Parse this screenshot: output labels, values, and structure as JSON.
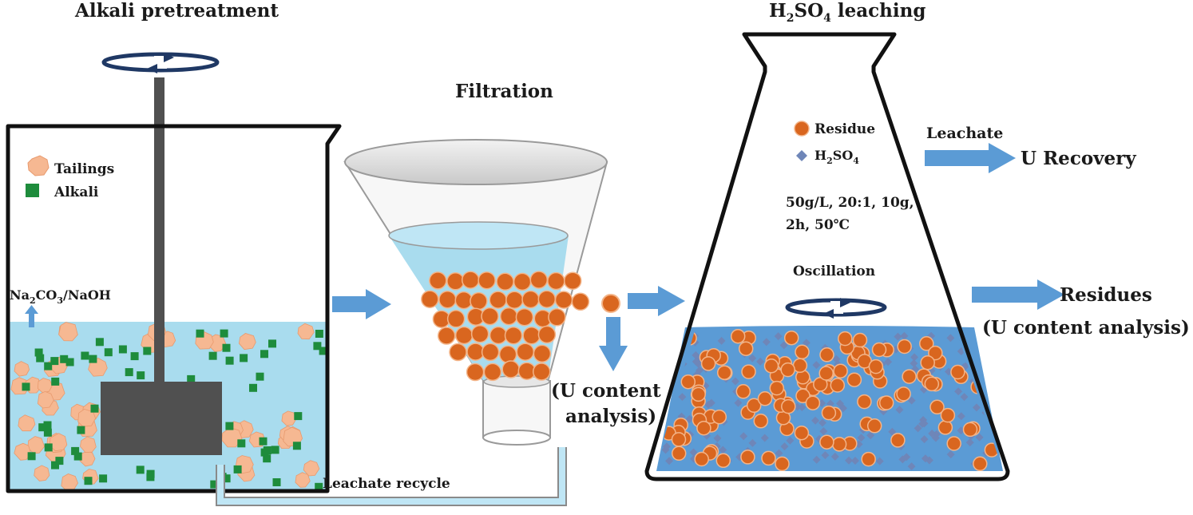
{
  "stages": {
    "pretreatment": {
      "title": "Alkali pretreatment"
    },
    "filtration": {
      "title": "Filtration"
    },
    "leaching": {
      "title_prefix": "H",
      "title_sub1": "2",
      "title_mid": "SO",
      "title_sub2": "4",
      "title_suffix": " leaching"
    }
  },
  "legend_pretreatment": {
    "tailings": "Tailings",
    "alkali": "Alkali"
  },
  "reagent": {
    "na": "Na",
    "sub1": "2",
    "co": "CO",
    "sub2": "3",
    "rest": "/NaOH"
  },
  "legend_leaching": {
    "residue": "Residue",
    "h": "H",
    "sub1": "2",
    "so": "SO",
    "sub2": "4"
  },
  "conditions": {
    "line1": "50g/L, 20:1, 10g,",
    "line2": "2h, 50℃"
  },
  "oscillation": "Oscillation",
  "labels": {
    "leachate": "Leachate",
    "u_recovery": "U Recovery",
    "residues": "Residues",
    "residues_analysis": "(U content analysis)",
    "filter_analysis_1": "(U content",
    "filter_analysis_2": "analysis)",
    "leachate_recycle": "Leachate recycle"
  },
  "colors": {
    "liquid_light": "#a9dcee",
    "liquid_flask": "#5b9bd5",
    "arrow": "#5b9bd5",
    "tailings": "#f6b892",
    "alkali": "#1e8c3c",
    "residue": "#d9661f",
    "acid": "#6f86b8",
    "stirrer": "#505050",
    "rotation": "#1f3864"
  }
}
